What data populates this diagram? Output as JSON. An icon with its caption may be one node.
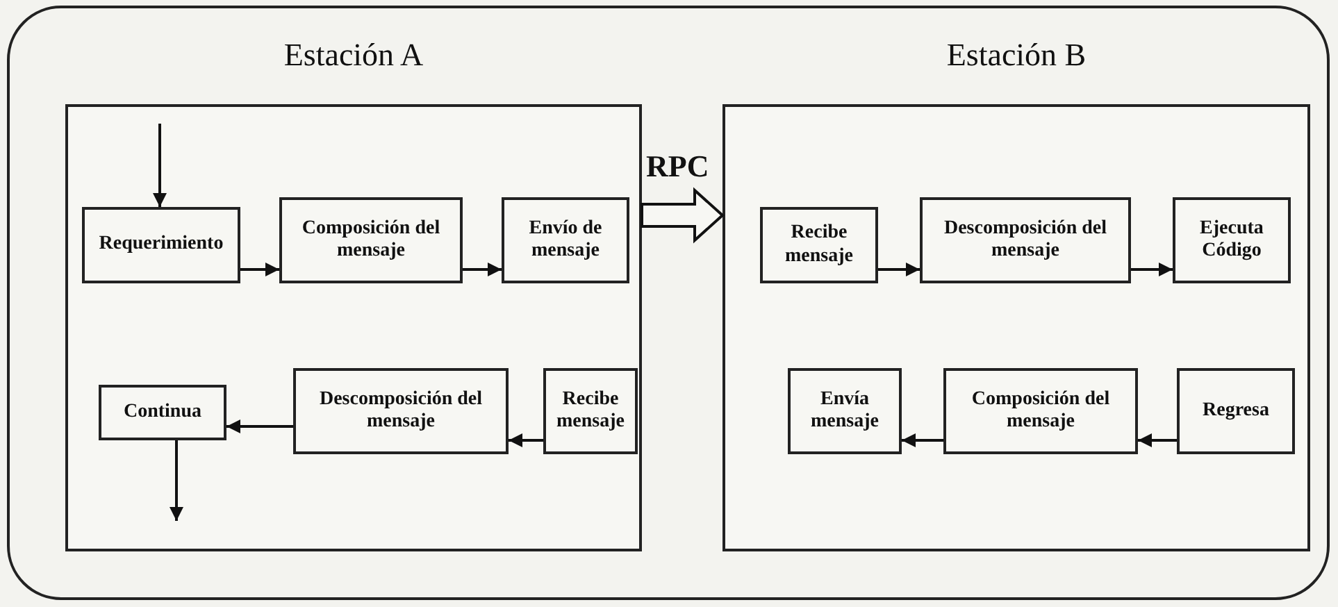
{
  "diagram": {
    "nodes": [
      {
        "text": [
          "Estación A"
        ]
      },
      {
        "text": [
          "Requerimiento"
        ],
        "in": 0
      },
      {
        "text": [
          "Composición del mensaje"
        ],
        "in": 0
      },
      {
        "text": [
          "Envío de mensaje"
        ],
        "in": 0
      },
      {
        "text": [
          "Continua"
        ],
        "in": 0
      },
      {
        "text": [
          "Descomposición del mensaje"
        ],
        "in": 0
      },
      {
        "text": [
          "Recibe mensaje"
        ],
        "in": 0
      },
      {
        "text": [
          "Estación B"
        ]
      },
      {
        "text": [
          "Recibe mensaje"
        ],
        "in": 7
      },
      {
        "text": [
          "Descomposición del mensaje"
        ],
        "in": 7
      },
      {
        "text": [
          "Ejecuta Código"
        ],
        "in": 7
      },
      {
        "text": [
          "Envía mensaje"
        ],
        "in": 7
      },
      {
        "text": [
          "Composición del mensaje"
        ],
        "in": 7
      },
      {
        "text": [
          "Regresa"
        ],
        "in": 7
      }
    ],
    "edges": [
      {
        "from": null,
        "to": 1,
        "arrow": "to"
      },
      {
        "from": 1,
        "to": 2,
        "arrow": "to"
      },
      {
        "from": 2,
        "to": 3,
        "arrow": "to"
      },
      {
        "from": 6,
        "to": 5,
        "arrow": "to"
      },
      {
        "from": 5,
        "to": 4,
        "arrow": "to"
      },
      {
        "from": 4,
        "to": null,
        "arrow": "to"
      },
      {
        "from": 0,
        "to": 7,
        "arrow": "to",
        "label": "RPC"
      },
      {
        "from": 8,
        "to": 9,
        "arrow": "to"
      },
      {
        "from": 9,
        "to": 10,
        "arrow": "to"
      },
      {
        "from": 13,
        "to": 12,
        "arrow": "to"
      },
      {
        "from": 12,
        "to": 11,
        "arrow": "to"
      }
    ]
  }
}
